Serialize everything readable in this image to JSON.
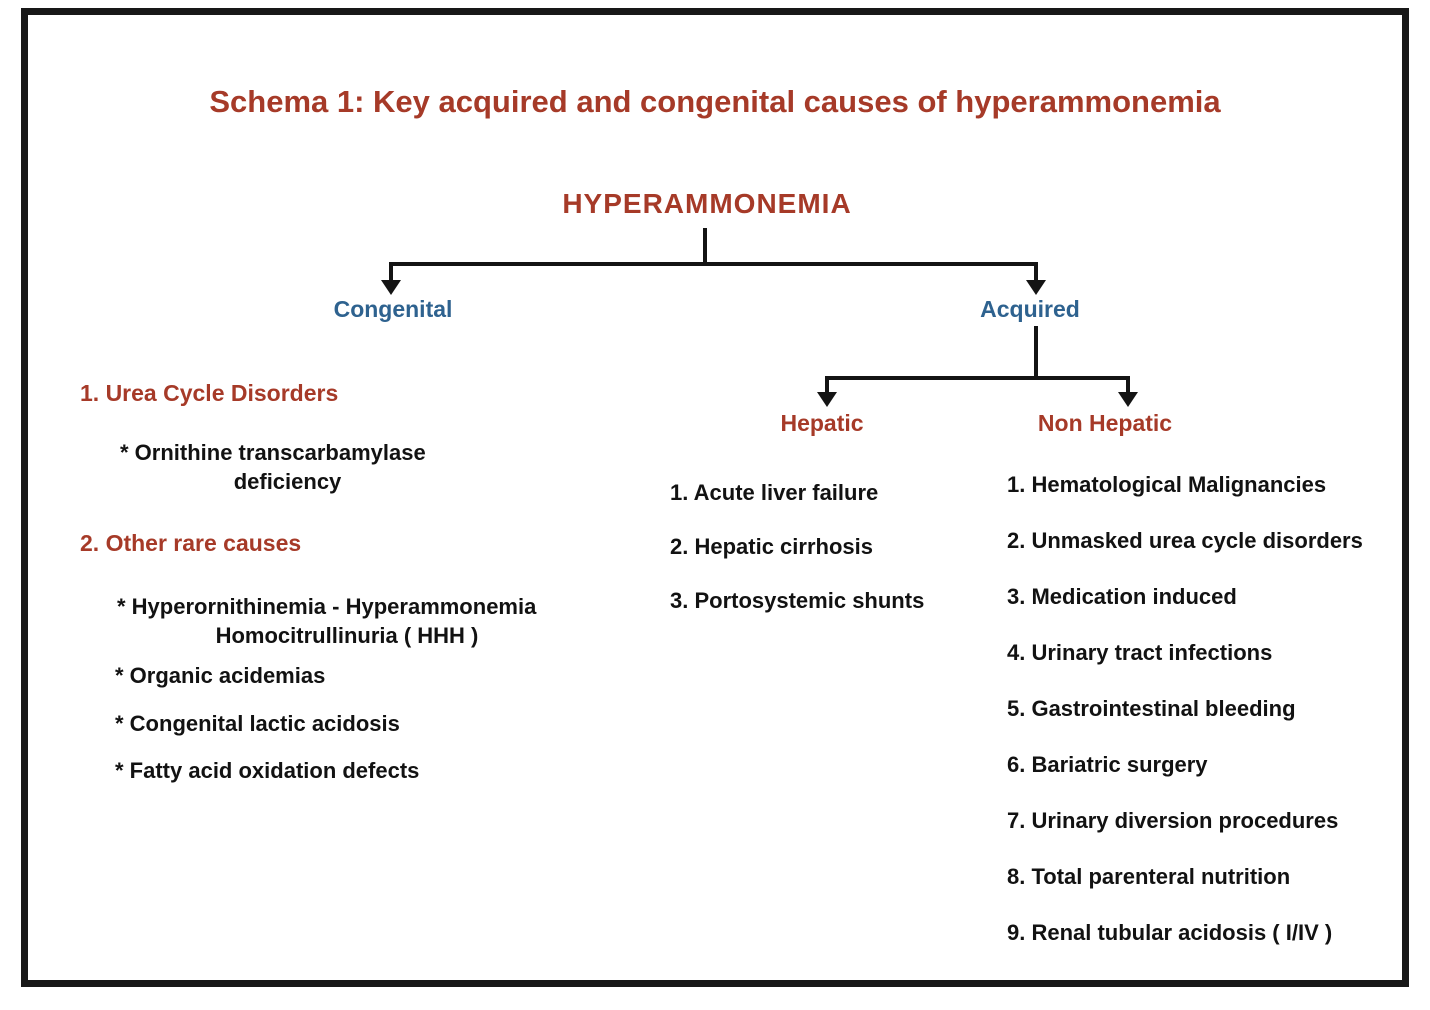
{
  "title": "Schema 1: Key acquired and congenital causes of hyperammonemia",
  "root_label": "HYPERAMMONEMIA",
  "colors": {
    "heading_red": "#A63A28",
    "branch_blue": "#2E628F",
    "text_black": "#121212",
    "line_black": "#141414"
  },
  "congenital": {
    "label": "Congenital",
    "section1_heading": "1. Urea Cycle Disorders",
    "section1_item_line1": "* Ornithine transcarbamylase",
    "section1_item_line2": "deficiency",
    "section2_heading": "2. Other rare causes",
    "section2_item1_line1": "* Hyperornithinemia - Hyperammonemia",
    "section2_item1_line2": "Homocitrullinuria ( HHH )",
    "section2_item2": "* Organic acidemias",
    "section2_item3": "* Congenital lactic acidosis",
    "section2_item4": "* Fatty acid oxidation defects"
  },
  "acquired": {
    "label": "Acquired",
    "hepatic": {
      "label": "Hepatic",
      "items": [
        "1. Acute liver failure",
        "2. Hepatic cirrhosis",
        "3. Portosystemic shunts"
      ]
    },
    "non_hepatic": {
      "label": "Non Hepatic",
      "items": [
        "1. Hematological Malignancies",
        "2. Unmasked urea cycle disorders",
        "3. Medication induced",
        "4. Urinary tract infections",
        "5. Gastrointestinal bleeding",
        "6. Bariatric surgery",
        "7. Urinary diversion procedures",
        "8. Total parenteral nutrition",
        "9. Renal tubular acidosis ( I/IV )"
      ]
    }
  }
}
